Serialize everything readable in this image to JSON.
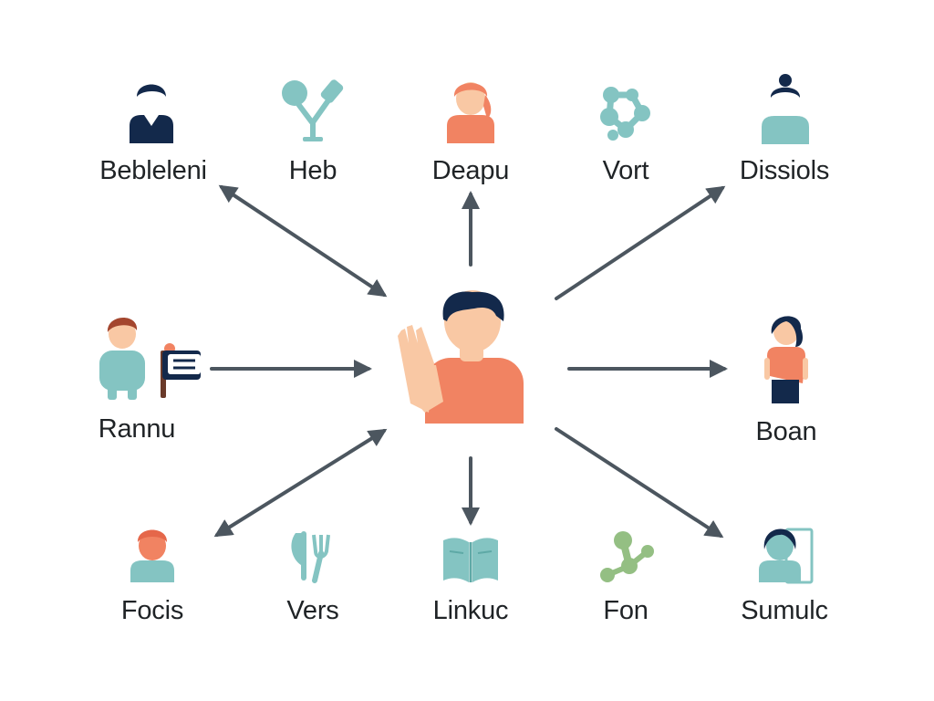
{
  "colors": {
    "navy": "#13294b",
    "teal": "#84c4c2",
    "coral": "#f18362",
    "green": "#94bf83",
    "skin": "#f9c8a4",
    "arrow": "#4c565f",
    "text": "#1f2326"
  },
  "center": {
    "icon": "waving-person-icon"
  },
  "nodes": [
    {
      "id": "bebleleni",
      "label": "Bebleleni",
      "icon": "person-icon"
    },
    {
      "id": "heb",
      "label": "Heb",
      "icon": "utensils-icon"
    },
    {
      "id": "deapu",
      "label": "Deapu",
      "icon": "person-icon"
    },
    {
      "id": "vort",
      "label": "Vort",
      "icon": "molecule-icon"
    },
    {
      "id": "dissiols",
      "label": "Dissiols",
      "icon": "person-icon"
    },
    {
      "id": "rannu",
      "label": "Rannu",
      "icon": "person-with-sign-icon"
    },
    {
      "id": "boan",
      "label": "Boan",
      "icon": "person-icon"
    },
    {
      "id": "focis",
      "label": "Focis",
      "icon": "person-icon"
    },
    {
      "id": "vers",
      "label": "Vers",
      "icon": "utensils-icon"
    },
    {
      "id": "linkuc",
      "label": "Linkuc",
      "icon": "book-icon"
    },
    {
      "id": "fon",
      "label": "Fon",
      "icon": "molecule-icon"
    },
    {
      "id": "sumulc",
      "label": "Sumulc",
      "icon": "person-at-door-icon"
    }
  ]
}
